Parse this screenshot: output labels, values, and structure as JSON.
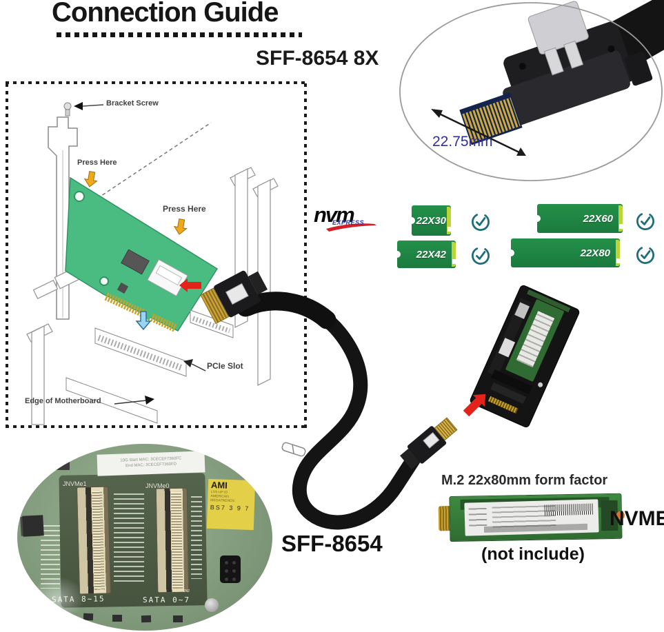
{
  "title": "Connection Guide",
  "connector_photo": {
    "type_label": "SFF-8654 8X",
    "measurement": "22.75mm"
  },
  "diagram": {
    "bracket_screw": "Bracket Screw",
    "press_here_top": "Press Here",
    "press_here_side": "Press Here",
    "pcie_slot": "PCIe Slot",
    "edge_of_motherboard": "Edge of Motherboard"
  },
  "nvm_logo": {
    "main": "nvm",
    "sub": "EXPRESS"
  },
  "m2_compatibility": {
    "items": [
      {
        "label": "22X30"
      },
      {
        "label": "22X60"
      },
      {
        "label": "22X42"
      },
      {
        "label": "22X80"
      }
    ]
  },
  "cable": {
    "label": "SFF-8654"
  },
  "m2_info": {
    "heading": "M.2 22x80mm form factor",
    "drive_type": "NVME",
    "note": "(not include)"
  },
  "motherboard": {
    "mac_line1": "10G Start MAC: 3CECEF7360FC",
    "mac_line2": "End MAC: 3CECEF7360FD",
    "port_left": "JNVMe1",
    "port_right": "JNVMe0",
    "sata_left": "SATA 8~15",
    "sata_right": "SATA 0~7",
    "cn_left": "CN1",
    "cn_right": "CN2",
    "sticker": {
      "brand": "AMI",
      "line1": "LSS-UP ID",
      "line2": "AMERICAN",
      "line3": "MEGATRENDS",
      "serial": "BS7 3 9 7"
    }
  },
  "colors": {
    "card_green": "#1e8044",
    "card_edge": "#bcd437",
    "check_teal": "#1d6e76",
    "arrow_red": "#e3231a",
    "press_yellow": "#f0a81c",
    "measure_blue": "#2f2f9e",
    "diagram_pcb_green": "#4abc82"
  }
}
